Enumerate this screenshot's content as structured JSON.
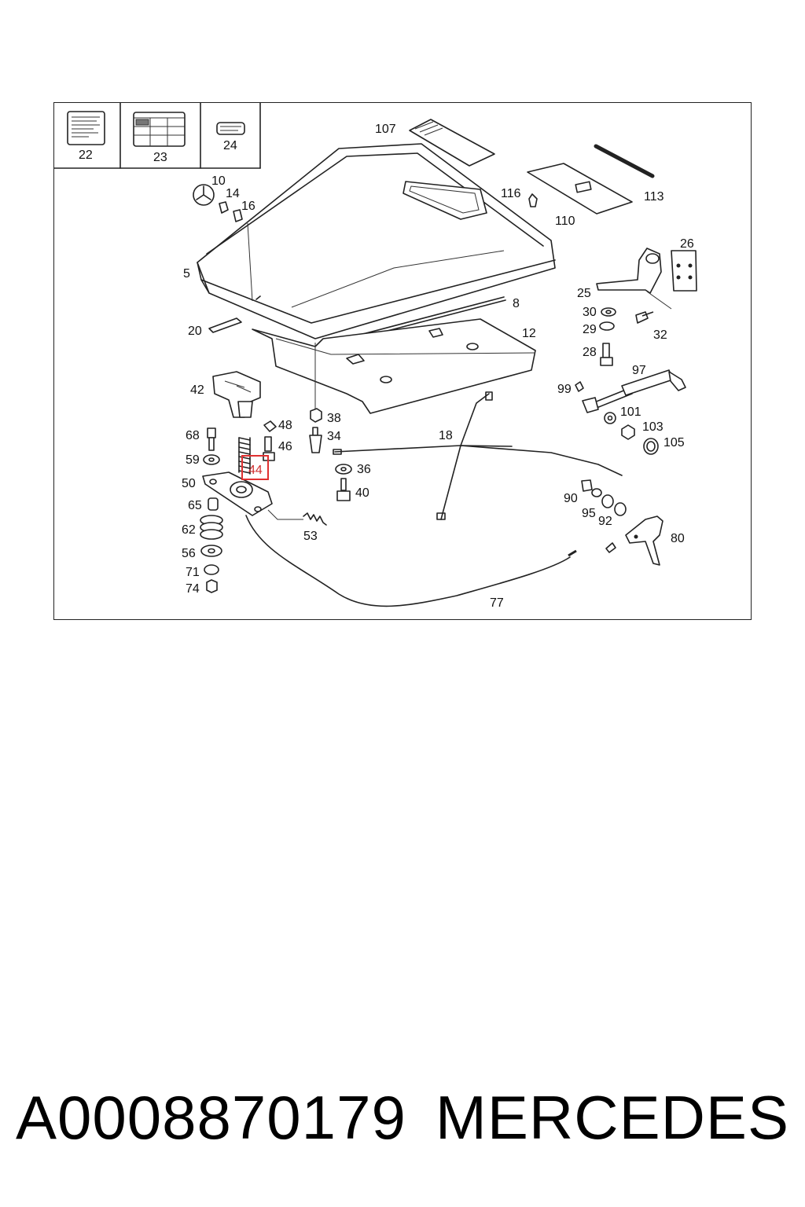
{
  "labels": {
    "p22": "22",
    "p23": "23",
    "p24": "24",
    "p107": "107",
    "p10": "10",
    "p14": "14",
    "p16": "16",
    "p116": "116",
    "p110": "110",
    "p113": "113",
    "p5": "5",
    "p26": "26",
    "p25": "25",
    "p30": "30",
    "p29": "29",
    "p32": "32",
    "p8": "8",
    "p20": "20",
    "p12": "12",
    "p28": "28",
    "p97": "97",
    "p42": "42",
    "p99": "99",
    "p101": "101",
    "p103": "103",
    "p105": "105",
    "p38": "38",
    "p48": "48",
    "p34": "34",
    "p68": "68",
    "p18": "18",
    "p46": "46",
    "p59": "59",
    "p44": "44",
    "p36": "36",
    "p50": "50",
    "p40": "40",
    "p90": "90",
    "p65": "65",
    "p95": "95",
    "p92": "92",
    "p53": "53",
    "p62": "62",
    "p80": "80",
    "p56": "56",
    "p71": "71",
    "p74": "74",
    "p77": "77"
  },
  "highlighted_part": "44",
  "colors": {
    "highlight": "#e03030",
    "ink": "#222222"
  },
  "footer": {
    "part_number": "A0008870179",
    "brand": "MERCEDES"
  }
}
